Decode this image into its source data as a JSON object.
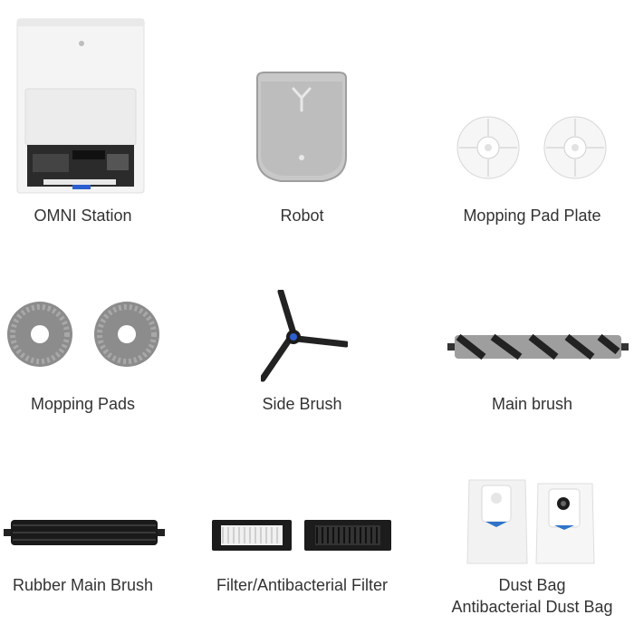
{
  "items": [
    {
      "label": "OMNI Station",
      "icon": "omni-station-icon"
    },
    {
      "label": "Robot",
      "icon": "robot-icon"
    },
    {
      "label": "Mopping Pad Plate",
      "icon": "mopping-pad-plate-icon"
    },
    {
      "label": "Mopping Pads",
      "icon": "mopping-pads-icon"
    },
    {
      "label": "Side Brush",
      "icon": "side-brush-icon"
    },
    {
      "label": "Main brush",
      "icon": "main-brush-icon"
    },
    {
      "label": "Rubber Main Brush",
      "icon": "rubber-main-brush-icon"
    },
    {
      "label": "Filter/Antibacterial Filter",
      "icon": "filter-icon"
    },
    {
      "label": "Dust Bag",
      "label2": "Antibacterial Dust Bag",
      "icon": "dust-bag-icon"
    }
  ]
}
